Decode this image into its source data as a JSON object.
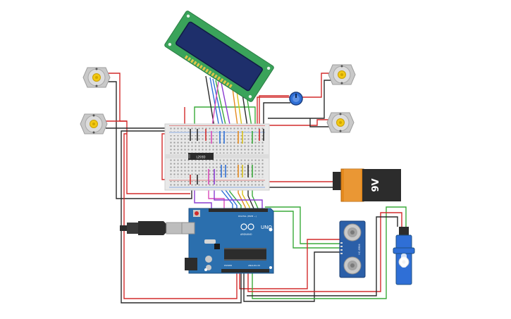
{
  "circuit": {
    "battery": {
      "label": "9V"
    },
    "arduino": {
      "model": "UNO",
      "brand": "ARDUINO",
      "digital_header": "DIGITAL (PWM ~)",
      "power_header": "POWER",
      "analog_header": "ANALOG IN"
    },
    "breadboard": {
      "chip_label": "L293D"
    },
    "ultrasonic": {
      "label": "HC-SR04"
    }
  },
  "colors": {
    "wire_red": "#d22b2b",
    "wire_black": "#2a2a2a",
    "wire_green": "#3aaa3a",
    "wire_blue": "#2f6fd6",
    "wire_orange": "#e58a1f",
    "wire_yellow": "#d8c21a",
    "wire_purple": "#8a3bd1",
    "wire_pink": "#d84ab8",
    "arduino_blue": "#2b6fae",
    "lcd_green": "#3aa35a",
    "lcd_screen": "#1e2f6b"
  }
}
